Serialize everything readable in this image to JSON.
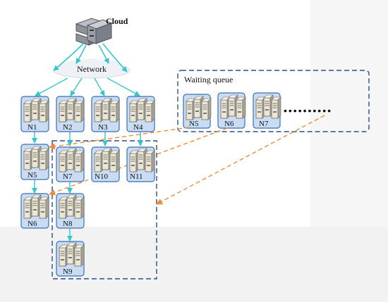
{
  "cloud": {
    "label": "Cloud",
    "icon": "cloud-server-icon"
  },
  "network": {
    "label": "Network"
  },
  "waiting_queue": {
    "title": "Waiting queue",
    "nodes": [
      "N5",
      "N6",
      "N7"
    ],
    "ellipsis": "••••••••••"
  },
  "nodes": [
    "N1",
    "N2",
    "N3",
    "N4",
    "N5",
    "N6",
    "N7",
    "N8",
    "N9",
    "N10",
    "N11"
  ],
  "colors": {
    "node_bg": "#c9dcf2",
    "node_border": "#3a6fb6",
    "solid_arrow": "#33c6cf",
    "dashed_arrow": "#f08a3c",
    "dashed_box": "#2a4f8f",
    "server_body": "#ece6d4"
  }
}
